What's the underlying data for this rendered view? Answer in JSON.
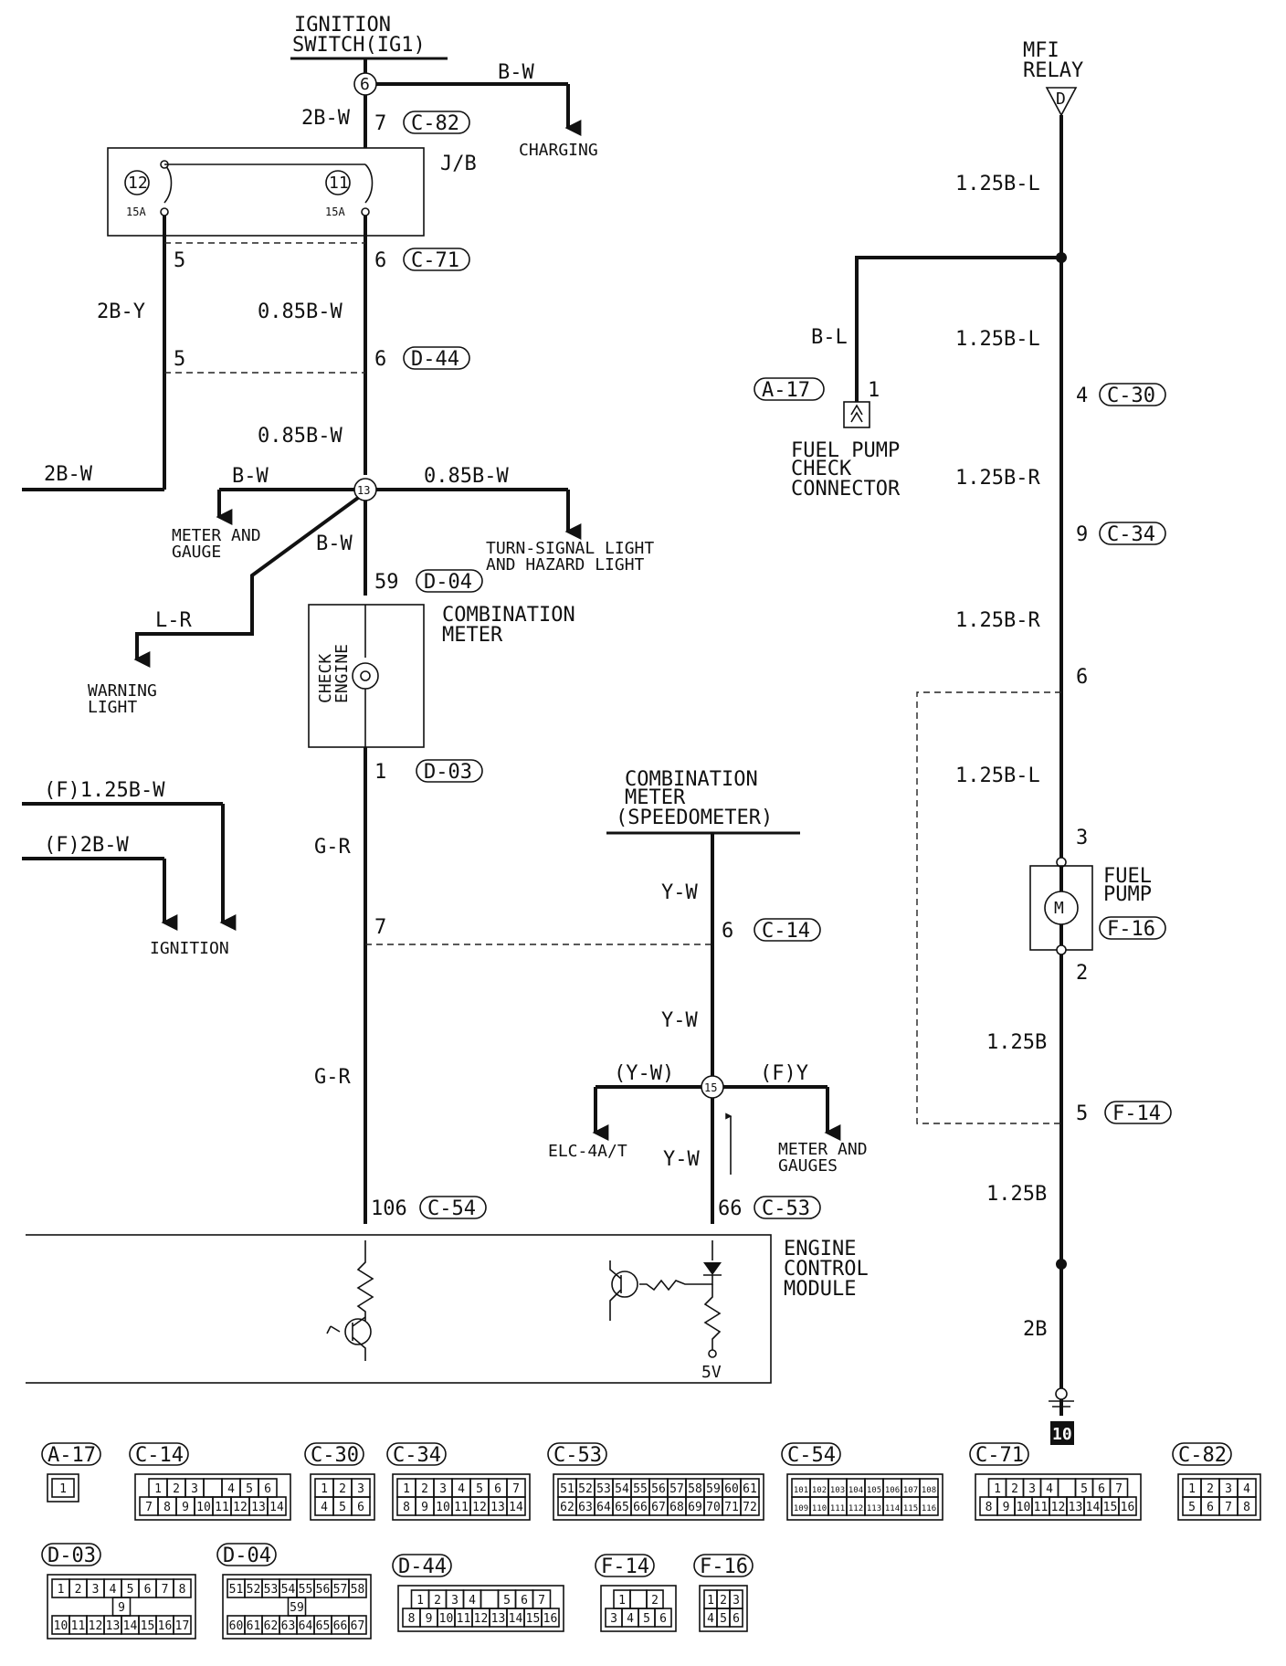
{
  "ignition_switch": {
    "line1": "IGNITION",
    "line2": "SWITCH(IG1)"
  },
  "charging": "CHARGING",
  "jb": "J/B",
  "mfi_relay": {
    "line1": "MFI",
    "line2": "RELAY",
    "terminal": "D"
  },
  "fuses": [
    {
      "num": "12",
      "rating": "15A"
    },
    {
      "num": "11",
      "rating": "15A"
    }
  ],
  "wires": {
    "bw": "B-W",
    "bw2": "2B-W",
    "by2": "2B-Y",
    "bw085": "0.85B-W",
    "lr": "L-R",
    "gr": "G-R",
    "yw": "Y-W",
    "yw_paren": "(Y-W)",
    "fy": "(F)Y",
    "f_125bw": "(F)1.25B-W",
    "f_2bw": "(F)2B-W",
    "bl125": "1.25B-L",
    "bl": "B-L",
    "br125": "1.25B-R",
    "b125": "1.25B",
    "b2": "2B"
  },
  "terminals": {
    "t7": "7",
    "t5": "5",
    "t6": "6",
    "t59": "59",
    "t1": "1",
    "t106": "106",
    "t66": "66",
    "t4": "4",
    "t9": "9",
    "t3": "3",
    "t2": "2"
  },
  "splices": {
    "s6": "6",
    "s13": "13",
    "s15": "15"
  },
  "connectors": {
    "c82": "C-82",
    "c71": "C-71",
    "d44": "D-44",
    "d04": "D-04",
    "d03": "D-03",
    "c14": "C-14",
    "c54": "C-54",
    "c53": "C-53",
    "a17": "A-17",
    "c30": "C-30",
    "c34": "C-34",
    "f16": "F-16",
    "f14": "F-14"
  },
  "destinations": {
    "meter_gauge": [
      "METER AND",
      "GAUGE"
    ],
    "turn_signal": [
      "TURN-SIGNAL LIGHT",
      "AND HAZARD LIGHT"
    ],
    "warning": [
      "WARNING",
      "LIGHT"
    ],
    "ignition": "IGNITION",
    "elc": "ELC-4A/T",
    "meter_gauges": [
      "METER AND",
      "GAUGES"
    ]
  },
  "combination_meter": [
    "COMBINATION",
    "METER"
  ],
  "check_engine": [
    "CHECK",
    "ENGINE"
  ],
  "combination_meter_speedo": [
    "COMBINATION",
    "METER",
    "(SPEEDOMETER)"
  ],
  "ecm": [
    "ENGINE",
    "CONTROL",
    "MODULE"
  ],
  "ecm_5v": "5V",
  "fuel_pump_check": [
    "FUEL PUMP",
    "CHECK",
    "CONNECTOR"
  ],
  "fuel_pump": [
    "FUEL",
    "PUMP"
  ],
  "ground": "10",
  "connector_views": [
    {
      "name": "A-17",
      "rows": [
        [
          "1"
        ]
      ]
    },
    {
      "name": "C-14",
      "rows": [
        [
          "1",
          "2",
          "3",
          "",
          "4",
          "5",
          "6"
        ],
        [
          "7",
          "8",
          "9",
          "10",
          "11",
          "12",
          "13",
          "14"
        ]
      ]
    },
    {
      "name": "C-30",
      "rows": [
        [
          "1",
          "2",
          "3"
        ],
        [
          "4",
          "5",
          "6"
        ]
      ]
    },
    {
      "name": "C-34",
      "rows": [
        [
          "1",
          "2",
          "3",
          "4",
          "5",
          "6",
          "7"
        ],
        [
          "8",
          "9",
          "10",
          "11",
          "12",
          "13",
          "14"
        ]
      ]
    },
    {
      "name": "C-53",
      "rows": [
        [
          "51",
          "52",
          "53",
          "54",
          "55",
          "56",
          "57",
          "58",
          "59",
          "60",
          "61"
        ],
        [
          "62",
          "63",
          "64",
          "65",
          "66",
          "67",
          "68",
          "69",
          "70",
          "71",
          "72"
        ]
      ]
    },
    {
      "name": "C-54",
      "rows": [
        [
          "101",
          "102",
          "103",
          "104",
          "105",
          "106",
          "107",
          "108"
        ],
        [
          "109",
          "110",
          "111",
          "112",
          "113",
          "114",
          "115",
          "116"
        ]
      ]
    },
    {
      "name": "C-71",
      "rows": [
        [
          "1",
          "2",
          "3",
          "4",
          "",
          "5",
          "6",
          "7"
        ],
        [
          "8",
          "9",
          "10",
          "11",
          "12",
          "13",
          "14",
          "15",
          "16"
        ]
      ]
    },
    {
      "name": "C-82",
      "rows": [
        [
          "1",
          "2",
          "3",
          "4"
        ],
        [
          "5",
          "6",
          "7",
          "8"
        ]
      ]
    },
    {
      "name": "D-03",
      "rows": [
        [
          "1",
          "2",
          "3",
          "4",
          "5",
          "6",
          "7",
          "8"
        ],
        [
          "9"
        ],
        [
          "10",
          "11",
          "12",
          "13",
          "14",
          "15",
          "16",
          "17"
        ]
      ]
    },
    {
      "name": "D-04",
      "rows": [
        [
          "51",
          "52",
          "53",
          "54",
          "55",
          "56",
          "57",
          "58"
        ],
        [
          "59"
        ],
        [
          "60",
          "61",
          "62",
          "63",
          "64",
          "65",
          "66",
          "67"
        ]
      ]
    },
    {
      "name": "D-44",
      "rows": [
        [
          "1",
          "2",
          "3",
          "4",
          "",
          "5",
          "6",
          "7"
        ],
        [
          "8",
          "9",
          "10",
          "11",
          "12",
          "13",
          "14",
          "15",
          "16"
        ]
      ]
    },
    {
      "name": "F-14",
      "rows": [
        [
          "1",
          "",
          "2"
        ],
        [
          "3",
          "4",
          "5",
          "6"
        ]
      ]
    },
    {
      "name": "F-16",
      "rows": [
        [
          "1",
          "2",
          "3"
        ],
        [
          "4",
          "5",
          "6"
        ]
      ]
    }
  ]
}
